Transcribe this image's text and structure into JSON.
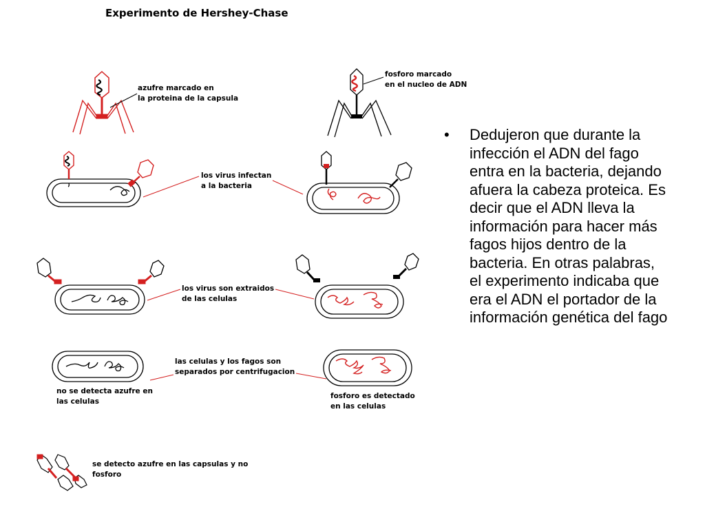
{
  "title": "Experimento de Hershey-Chase",
  "labels": {
    "azufre_l1": "azufre marcado en",
    "azufre_l2": "la proteina de la capsula",
    "fosforo_l1": "fosforo marcado",
    "fosforo_l2": "en el nucleo de ADN",
    "infectan_l1": "los virus infectan",
    "infectan_l2": "a la bacteria",
    "extraidos_l1": "los virus son extraidos",
    "extraidos_l2": "de las celulas",
    "centrif_l1": "las celulas y los fagos son",
    "centrif_l2": "separados por centrifugacion",
    "noazufre_l1": "no se detecta azufre en",
    "noazufre_l2": "las celulas",
    "fosdet_l1": "fosforo es detectado",
    "fosdet_l2": "en las celulas",
    "capsulas_l1": "se detecto azufre en las capsulas y no",
    "capsulas_l2": "fosforo"
  },
  "bullet": {
    "marker": "•",
    "text": "Dedujeron que durante la infección el ADN del fago entra en la bacteria, dejando afuera la cabeza proteica. Es decir que el ADN lleva la información para hacer más fagos hijos dentro de la bacteria. En otras palabras, el experimento indicaba que era el ADN el portador de la información genética del fago"
  },
  "colors": {
    "label_red": "#d42020",
    "outline_black": "#000000"
  }
}
